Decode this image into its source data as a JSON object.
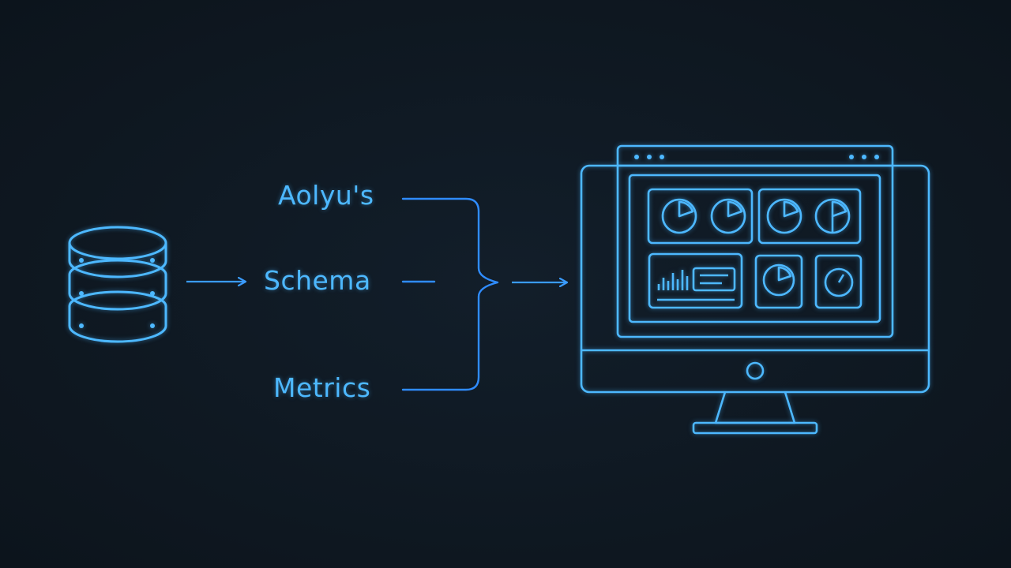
{
  "labels": {
    "analysis": "Aolyu's",
    "schema": "Schema",
    "metrics": "Metrics"
  },
  "colors": {
    "background": "#0f1923",
    "icon_stroke": "#4db8ff",
    "flow_stroke": "#2f8cff"
  },
  "icons": {
    "source": "database-icon",
    "destination": "monitor-dashboard-icon"
  }
}
